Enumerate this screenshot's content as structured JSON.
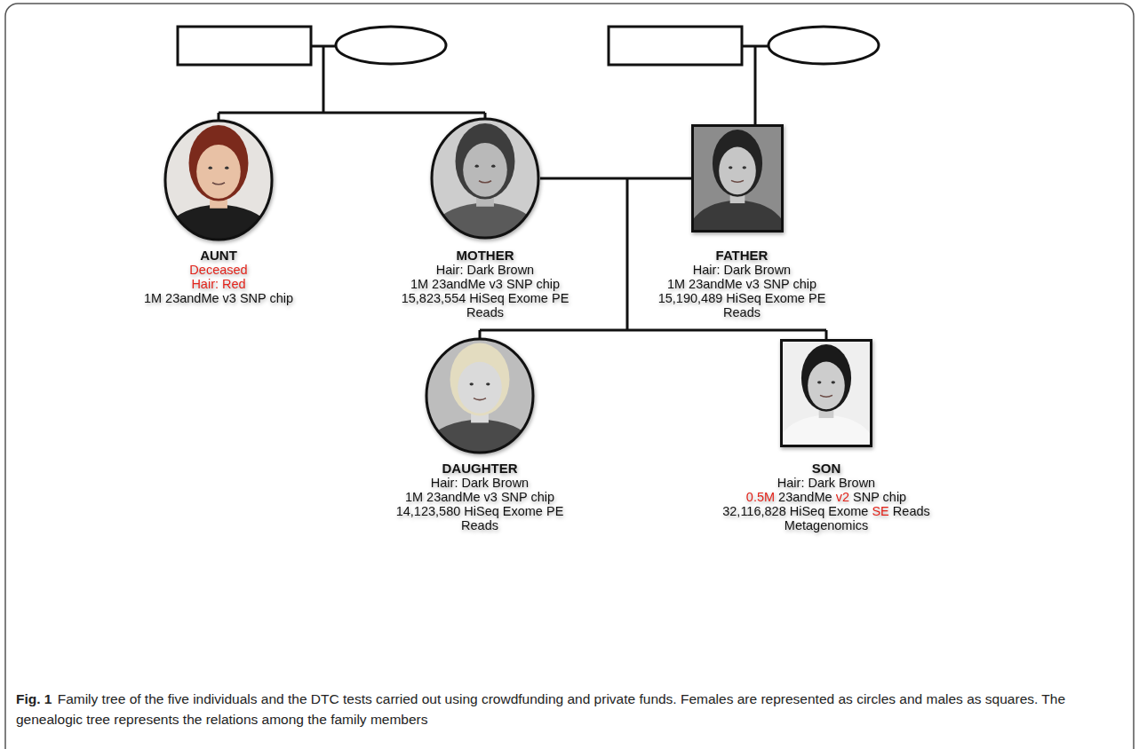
{
  "diagram": {
    "caption": "Family tree of the five individuals and the DTC tests carried out using crowdfunding and private funds. Females are represented as circles and males as squares. The genealogic tree represents the relations among the family members",
    "nodes": [
      {
        "text": [
          "AUNT",
          "Deceased",
          "Hair: Red",
          "1M 23andMe v3 SNP chip"
        ]
      },
      {
        "text": [
          "MOTHER",
          "Hair: Dark Brown",
          "1M 23andMe v3 SNP chip",
          "15,823,554 HiSeq Exome PE Reads"
        ]
      },
      {
        "text": [
          "FATHER",
          "Hair: Dark Brown",
          "1M 23andMe v3 SNP chip",
          "15,190,489 HiSeq Exome PE Reads"
        ]
      },
      {
        "text": [
          "DAUGHTER",
          "Hair: Dark Brown",
          "1M 23andMe v3 SNP chip",
          "14,123,580 HiSeq Exome PE Reads"
        ]
      },
      {
        "text": [
          "SON",
          "Hair: Dark Brown",
          "0.5M",
          "23andMe",
          "v2",
          "SNP chip",
          "32,116,828 HiSeq Exome",
          "SE",
          "Reads",
          "Metagenomics"
        ]
      }
    ],
    "edges": [
      {
        "from": 1,
        "to": 2,
        "arrow": "none"
      }
    ],
    "labels": [
      "Fig. 1"
    ]
  }
}
